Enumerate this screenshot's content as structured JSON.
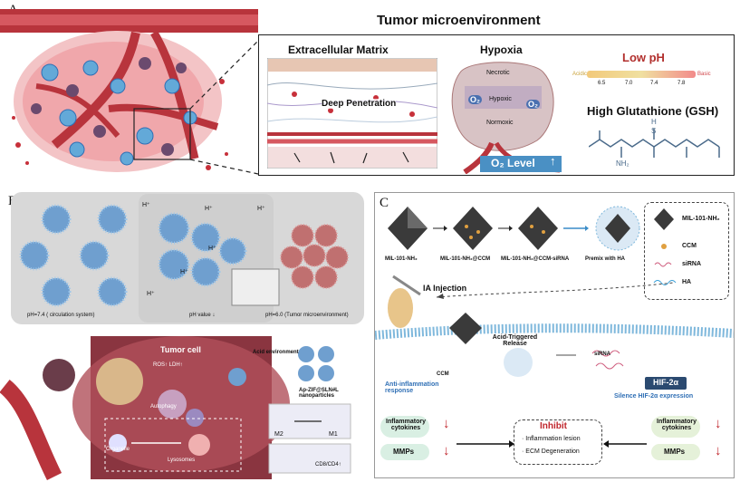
{
  "panel_a": {
    "label": "A",
    "title": "Tumor microenvironment",
    "ecm": {
      "title": "Extracellular Matrix",
      "text": "Deep Penetration"
    },
    "hypoxia": {
      "title": "Hypoxia",
      "necrotic": "Necrotic",
      "hypoxic": "Hypoxic",
      "normoxic": "Normoxic",
      "o2_a": "O₂",
      "o2_b": "O₂",
      "level": "O₂ Level"
    },
    "ph": {
      "title": "Low pH",
      "acidic": "Acidic",
      "basic": "Basic",
      "ticks": [
        "6.5",
        "7.0",
        "7.4",
        "7.8"
      ]
    },
    "gsh": {
      "title": "High Glutathione (GSH)",
      "h": "H",
      "s": "S",
      "nh2": "NH₂"
    }
  },
  "panel_b": {
    "label": "B",
    "hplus": "H⁺",
    "caption_left": "pH=7.4 ( circulation system)",
    "caption_mid": "pH value ↓",
    "caption_right": "pH=6.0 (Tumor microenvironment)",
    "tumor_cell": "Tumor cell",
    "ros": "ROS↑ LDH↑",
    "autophagy": "Autophagy",
    "organelle": "Organelle",
    "lysosomes": "Lysosomes",
    "acid_env": "Acid environment",
    "nanoparticles": "Ap-ZIF@SLN#L nanoparticles",
    "m2": "M2",
    "m1": "M1",
    "cd8": "CD8/CD4↑"
  },
  "panel_c": {
    "label": "C",
    "steps": [
      "MIL-101-NH₂",
      "MIL-101-NH₂@CCM",
      "MIL-101-NH₂@CCM-siRNA",
      "Premix with HA"
    ],
    "legend": [
      "MIL-101-NH₂",
      "CCM",
      "siRNA",
      "HA"
    ],
    "ia_injection": "IA Injection",
    "release": "Acid-Triggered Release",
    "sirna": "siRNA",
    "ccm": "CCM",
    "anti_inflammation": "Anti-inflammation response",
    "hif": "HIF-2α",
    "silence": "Silence HIF-2α expression",
    "inflam_left": "Inflammatory cytokines",
    "inflam_right": "Inflammatory cytokines",
    "mmps_left": "MMPs",
    "mmps_right": "MMPs",
    "inhibit": "Inhibit",
    "inhibit_items": [
      "· Inflammation lesion",
      "· ECM Degeneration"
    ]
  },
  "colors": {
    "vessel": "#b8343c",
    "tissue": "#f0a7ab",
    "cell_blue": "#63a9d8",
    "cell_purple": "#6b4a6e",
    "panel_b_bg": "#d8d8d8",
    "membrane": "#7fb8dc",
    "inhibit_red": "#c0262c",
    "silence_blue": "#2f6fb5"
  }
}
